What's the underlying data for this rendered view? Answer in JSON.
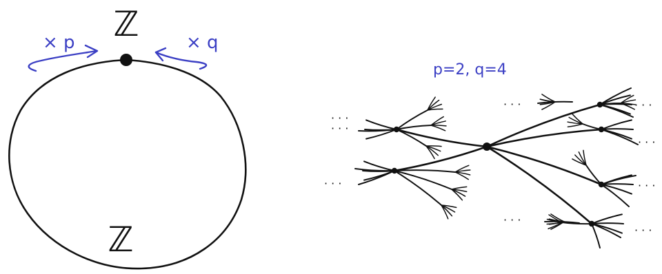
{
  "colors": {
    "ink": "#111111",
    "annotation": "#3b3fc4",
    "background": "#ffffff"
  },
  "left_figure": {
    "top_label": "ℤ",
    "bottom_label": "ℤ",
    "left_arrow_label": "× p",
    "right_arrow_label": "× q",
    "vertex": "filled-dot"
  },
  "right_figure": {
    "caption": "p=2, q=4",
    "ellipsis": "· · ·"
  }
}
